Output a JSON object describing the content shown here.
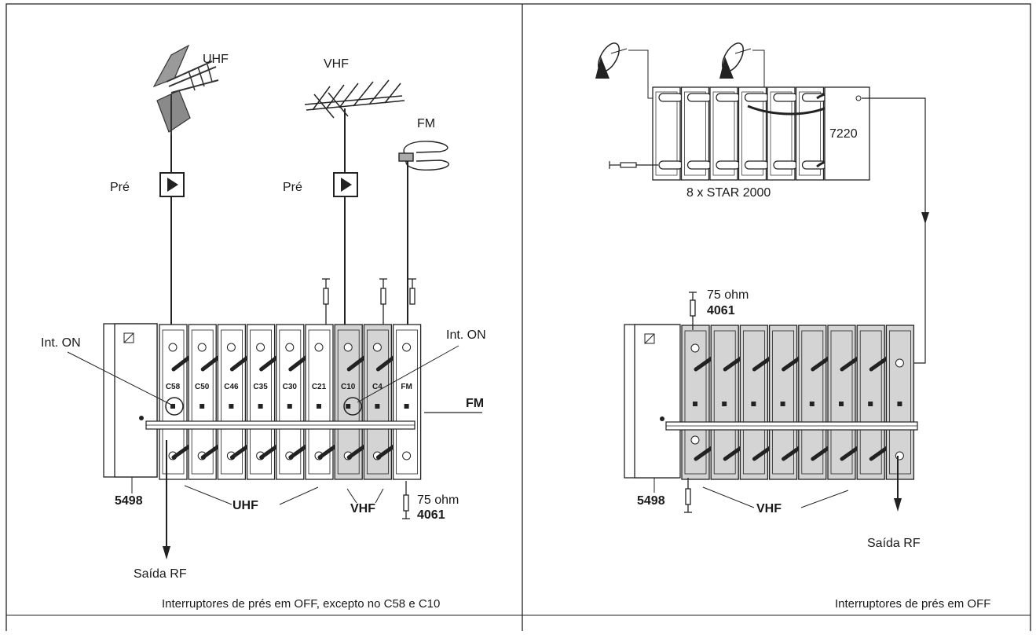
{
  "left_panel": {
    "antenna_uhf": "UHF",
    "antenna_vhf": "VHF",
    "antenna_fm": "FM",
    "preamp_left": "Pré",
    "preamp_right": "Pré",
    "switch_left": "Int. ON",
    "switch_right": "Int. ON",
    "fm_bus": "FM",
    "termination_ohm": "75 ohm",
    "termination_code": "4061",
    "psu_code": "5498",
    "group_uhf": "UHF",
    "group_vhf": "VHF",
    "output": "Saída RF",
    "modules": [
      "C58",
      "C50",
      "C46",
      "C35",
      "C30",
      "C21",
      "C10",
      "C4",
      "FM"
    ],
    "caption": "Interruptores de prés em OFF, excepto no C58 e C10"
  },
  "right_panel": {
    "multiswitch_code": "7220",
    "switch_label": "8 x STAR 2000",
    "termination_ohm": "75 ohm",
    "termination_code": "4061",
    "psu_code": "5498",
    "group_vhf": "VHF",
    "output": "Saída RF",
    "caption": "Interruptores de prés em OFF"
  },
  "colors": {
    "module_grey": "#d4d4d4",
    "line": "#1a1a1a"
  }
}
